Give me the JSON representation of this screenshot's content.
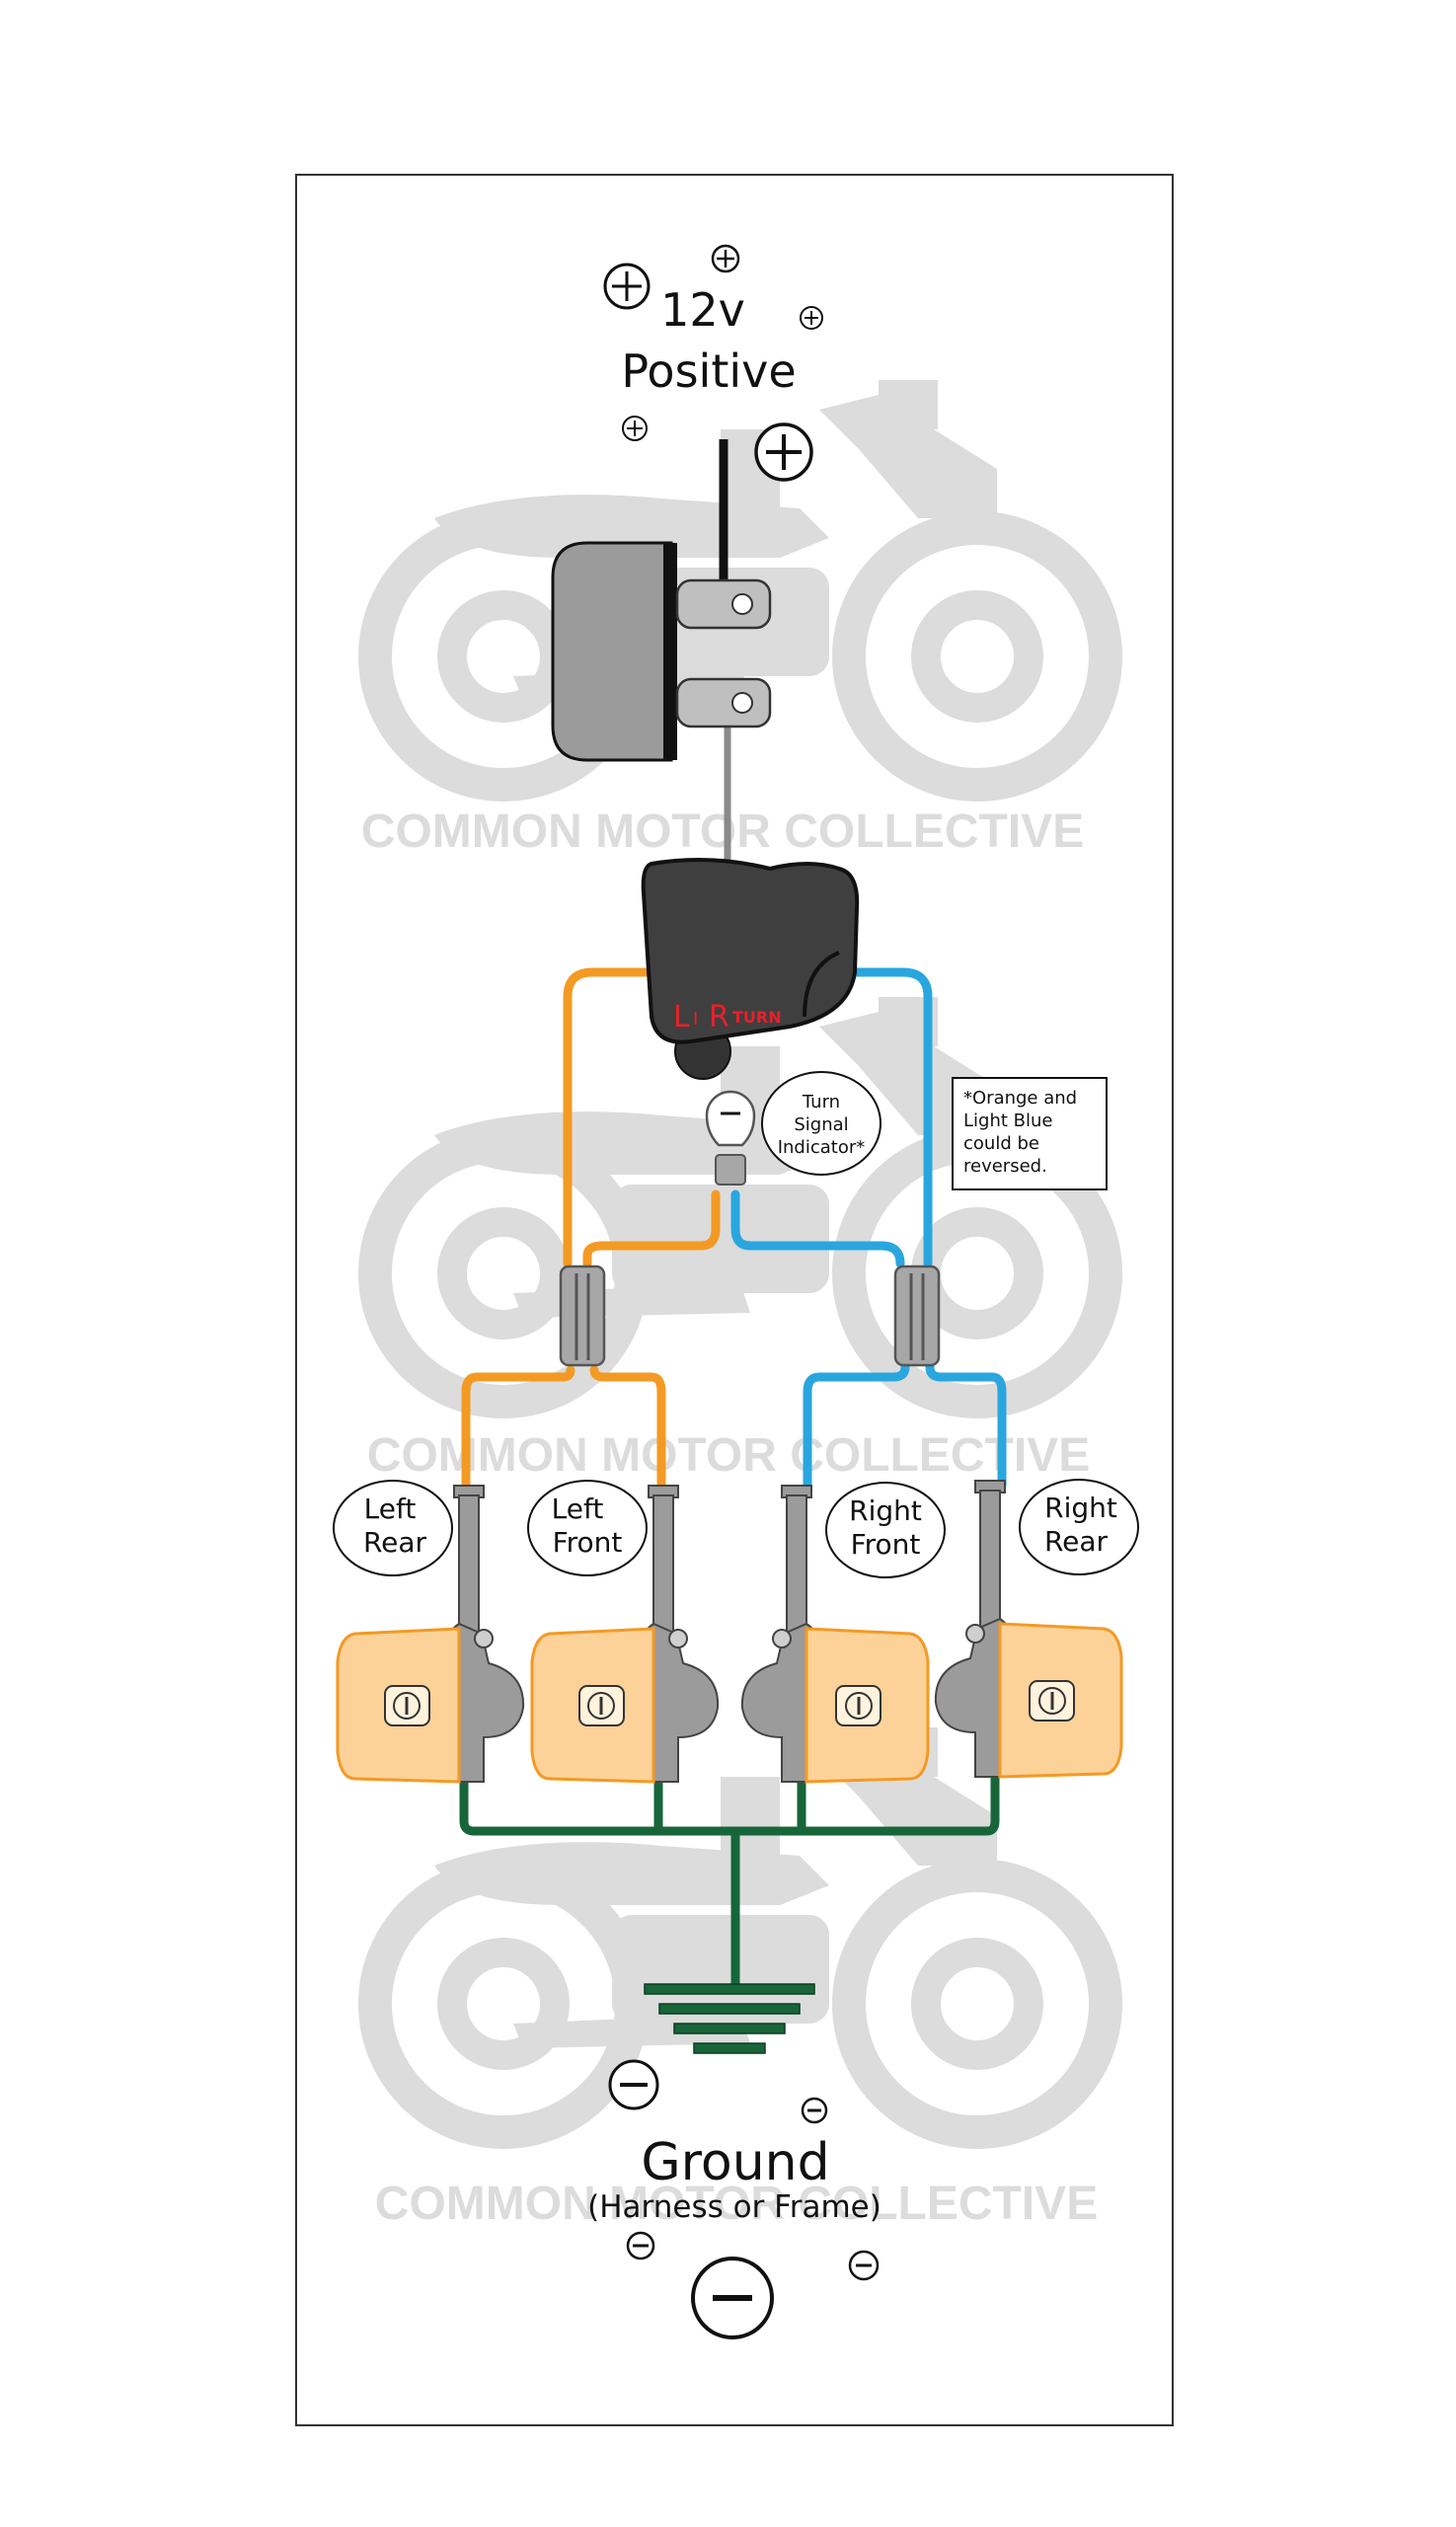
{
  "labels": {
    "power_line1": "12v",
    "power_line2": "Positive",
    "switch_left": "L",
    "switch_mid": "I",
    "switch_right": "R",
    "switch_turn": "TURN",
    "indicator": [
      "Turn",
      "Signal",
      "Indicator*"
    ],
    "note": [
      "*Orange and",
      "Light Blue",
      "could be",
      "reversed."
    ],
    "lamps": [
      {
        "line1": "Left",
        "line2": "Rear"
      },
      {
        "line1": "Left",
        "line2": "Front"
      },
      {
        "line1": "Right",
        "line2": "Front"
      },
      {
        "line1": "Right",
        "line2": "Rear"
      }
    ],
    "ground_line1": "Ground",
    "ground_line2": "(Harness or Frame)"
  },
  "watermark": "COMMON MOTOR COLLECTIVE",
  "colors": {
    "left_wire": "#f39a24",
    "right_wire": "#2aa6df",
    "ground_wire": "#17663a",
    "lamp_lens": "#fdd299",
    "lamp_body": "#9b9b9b",
    "switch_body": "#3f3f3f",
    "switch_text": "#e8202a",
    "watermark": "#dcdcdc"
  },
  "icons": {
    "positive": "plus-circle-icon",
    "negative": "minus-circle-icon",
    "ground": "ground-symbol-icon",
    "flasher": "flasher-relay-icon",
    "switch": "turn-signal-switch-icon",
    "indicator": "indicator-bulb-icon",
    "watermark_art": "motorcycle-silhouette-icon"
  }
}
